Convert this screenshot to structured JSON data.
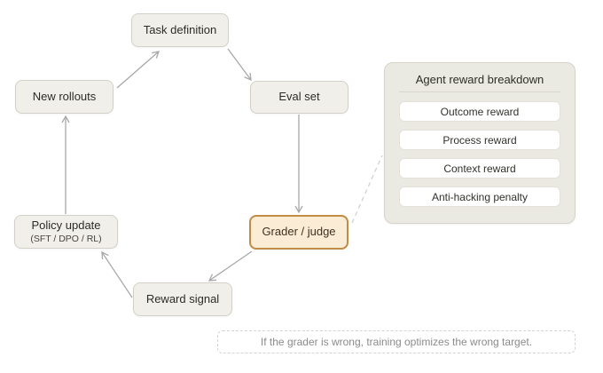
{
  "nodes": {
    "task_definition": {
      "label": "Task definition"
    },
    "eval_set": {
      "label": "Eval set"
    },
    "grader_judge": {
      "label": "Grader / judge"
    },
    "reward_signal": {
      "label": "Reward signal"
    },
    "policy_update": {
      "label": "Policy update",
      "sublabel": "(SFT / DPO / RL)"
    },
    "new_rollouts": {
      "label": "New rollouts"
    }
  },
  "panel": {
    "title": "Agent reward breakdown",
    "items": [
      "Outcome reward",
      "Process reward",
      "Context reward",
      "Anti-hacking penalty"
    ]
  },
  "note": {
    "text": "If the grader is wrong, training optimizes the wrong target."
  },
  "colors": {
    "node_fill": "#f1efe9",
    "node_border": "#d3d0c7",
    "grader_fill": "#faecd5",
    "grader_border": "#c08c46",
    "panel_fill": "#ebeae2",
    "item_fill": "#ffffff",
    "arrow": "#a8a8a8",
    "dashed_connector": "#cdd3d7",
    "note_text": "#8b8b8b",
    "text": "#2e2c27"
  }
}
